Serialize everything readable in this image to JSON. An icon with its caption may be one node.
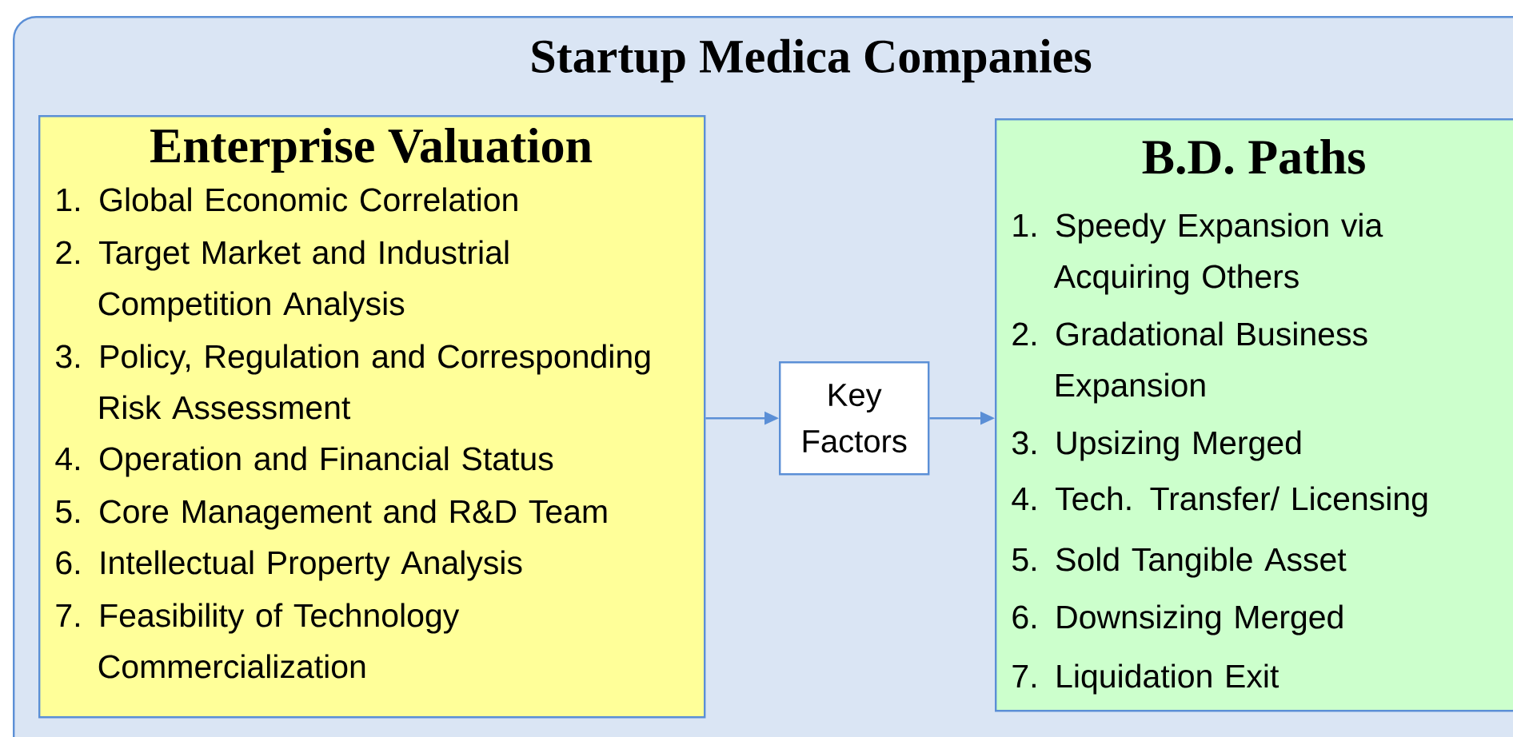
{
  "diagram": {
    "nodes": [
      {
        "text": [
          "Startup Medica Companies"
        ]
      },
      {
        "text": [
          "Enterprise Valuation",
          "1. Global Economic Correlation",
          "2. Target Market and Industrial Competition Analysis",
          "3. Policy, Regulation and Corresponding Risk Assessment",
          "4. Operation and Financial Status",
          "5. Core Management and R&D Team",
          "6. Intellectual Property Analysis",
          "7. Feasibility of Technology Commercialization"
        ],
        "in": 0
      },
      {
        "text": [
          "Key Factors"
        ],
        "in": 0
      },
      {
        "text": [
          "B.D. Paths",
          "1. Speedy Expansion via Acquiring Others",
          "2. Gradational Business Expansion",
          "3. Upsizing Merged",
          "4. Tech. Transfer/ Licensing",
          "5. Sold Tangible Asset",
          "6. Downsizing Merged",
          "7. Liquidation Exit"
        ],
        "in": 0
      }
    ],
    "edges": [
      {
        "from": 1,
        "to": 2,
        "arrow": "to"
      },
      {
        "from": 2,
        "to": 3,
        "arrow": "to"
      }
    ]
  }
}
